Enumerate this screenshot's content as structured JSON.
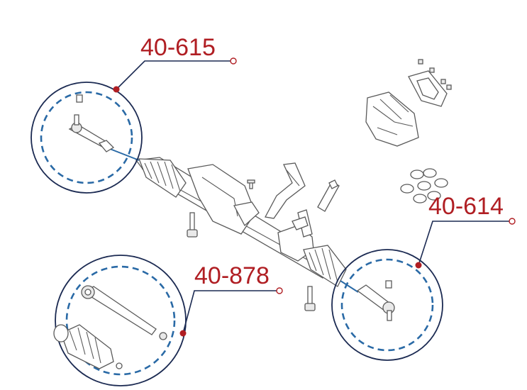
{
  "callouts": [
    {
      "id": "tie-rod-end-left",
      "label": "40-615"
    },
    {
      "id": "tie-rod-end-right",
      "label": "40-614"
    },
    {
      "id": "inner-tie-rod",
      "label": "40-878"
    }
  ],
  "colors": {
    "label": "#b01e23",
    "leader": "#1b2a52",
    "dashed_circle": "#2a6aa6",
    "part_outline": "#5a5a5a"
  }
}
